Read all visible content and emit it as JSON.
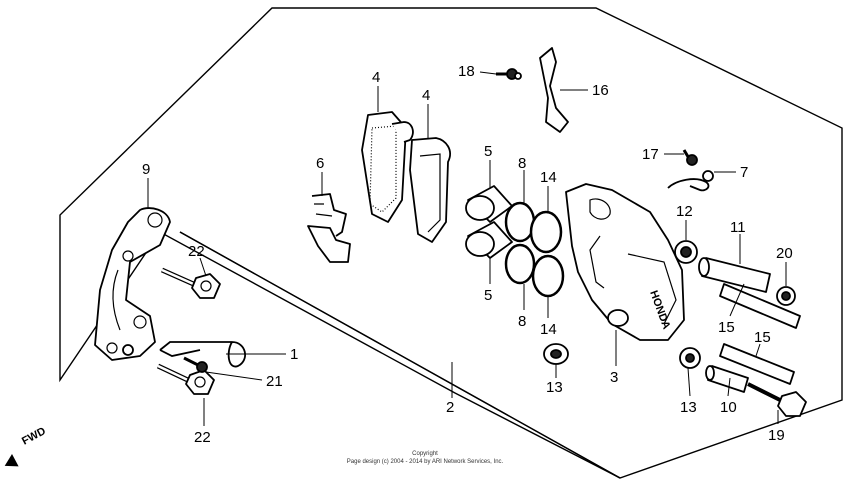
{
  "diagram": {
    "callouts": {
      "c1": "1",
      "c2": "2",
      "c3": "3",
      "c4a": "4",
      "c4b": "4",
      "c5a": "5",
      "c5b": "5",
      "c6": "6",
      "c7": "7",
      "c8a": "8",
      "c8b": "8",
      "c9": "9",
      "c10": "10",
      "c11": "11",
      "c12": "12",
      "c13a": "13",
      "c13b": "13",
      "c14a": "14",
      "c14b": "14",
      "c15a": "15",
      "c15b": "15",
      "c16": "16",
      "c17": "17",
      "c18": "18",
      "c19": "19",
      "c20": "20",
      "c21": "21",
      "c22a": "22",
      "c22b": "22"
    },
    "fwd_label": "FWD",
    "copyright_line1": "Copyright",
    "copyright_line2": "Page design (c) 2004 - 2014 by ARI Network Services, Inc."
  }
}
